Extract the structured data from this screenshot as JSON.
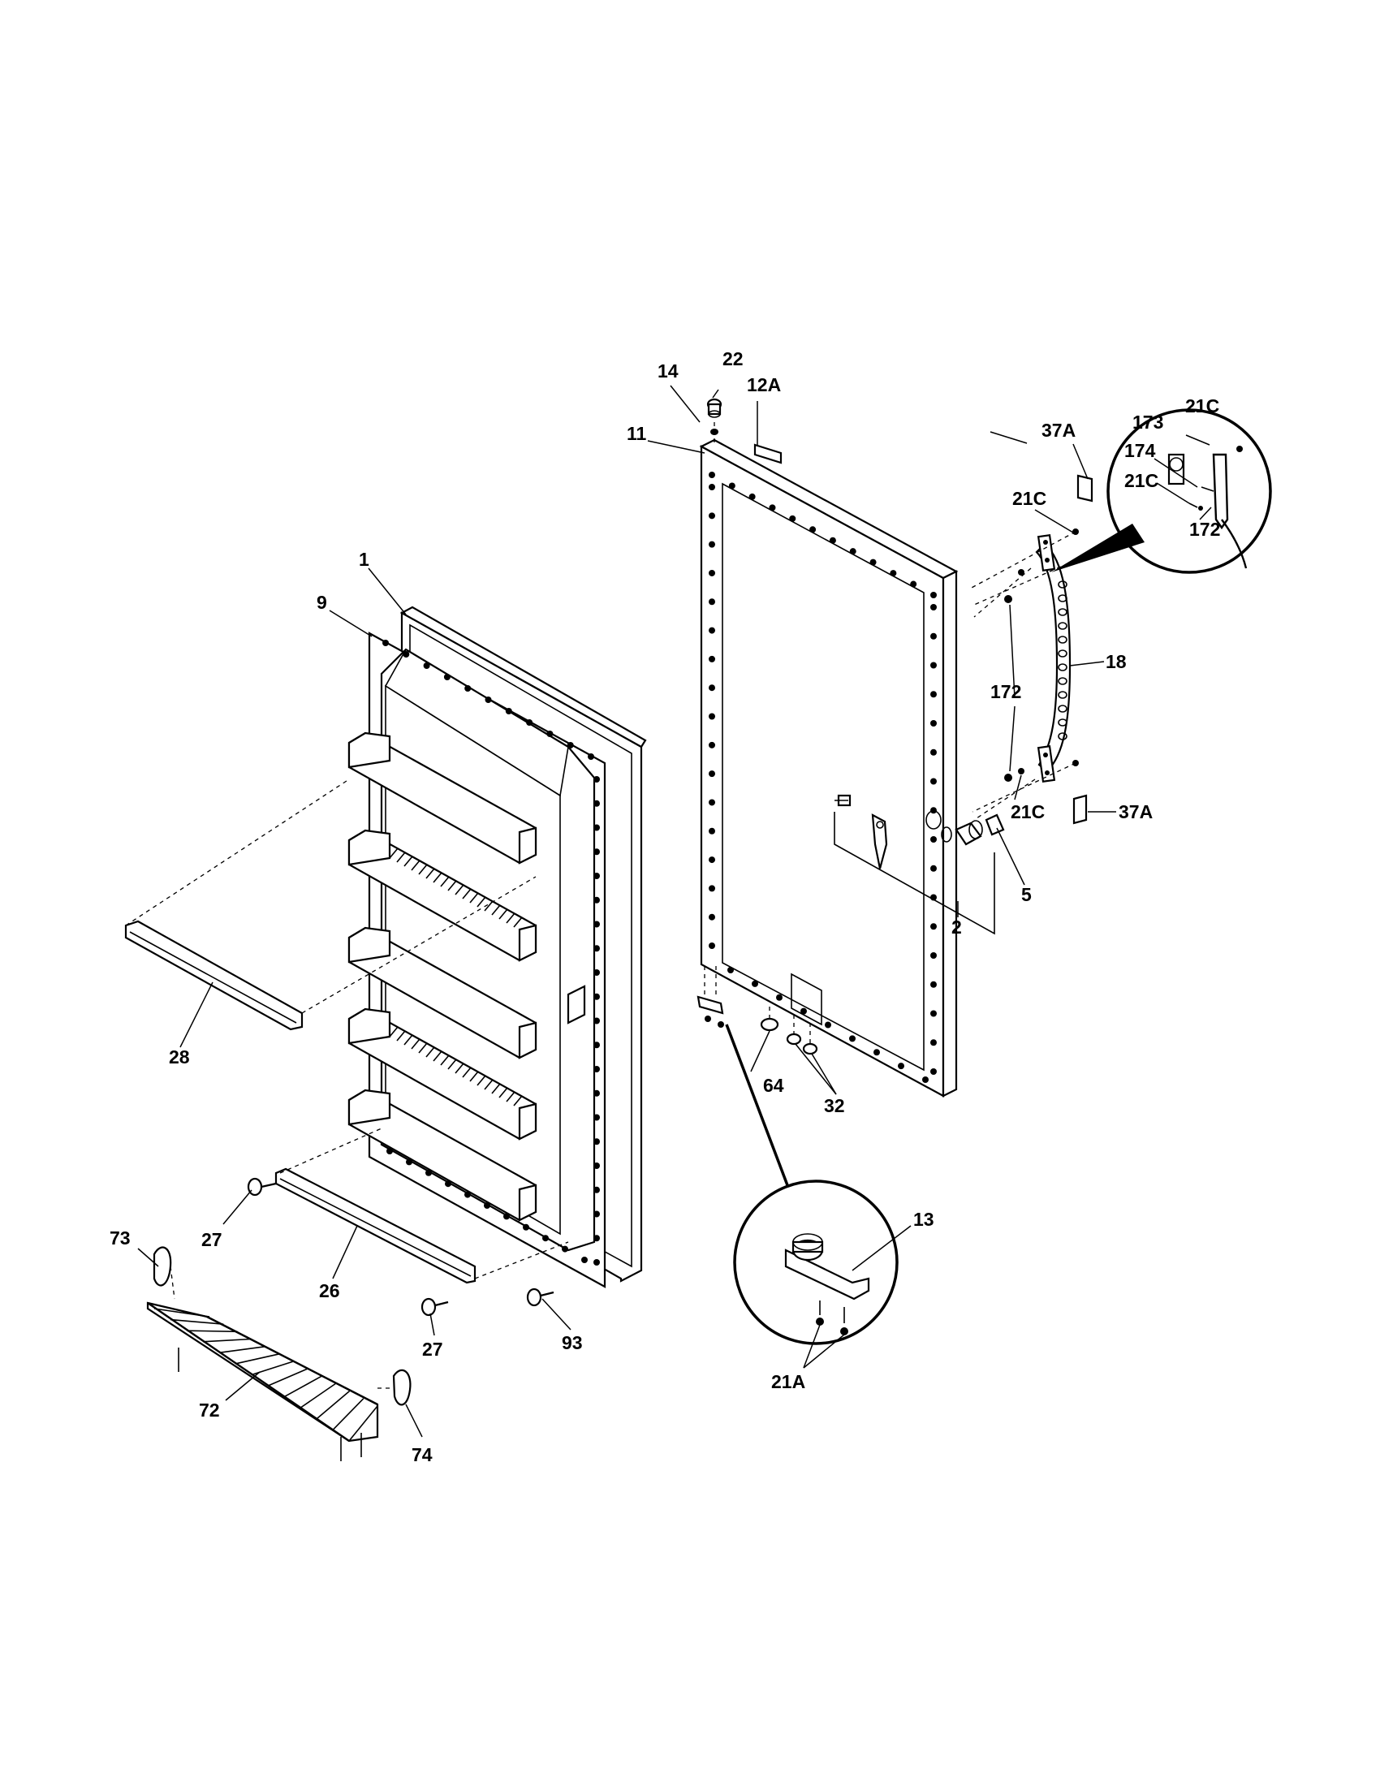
{
  "diagram": {
    "parts": [
      {
        "id": "p22",
        "label": "22"
      },
      {
        "id": "p14",
        "label": "14"
      },
      {
        "id": "p12a",
        "label": "12A"
      },
      {
        "id": "p11",
        "label": "11"
      },
      {
        "id": "p37a-top",
        "label": "37A"
      },
      {
        "id": "p21c-top",
        "label": "21C"
      },
      {
        "id": "p173",
        "label": "173"
      },
      {
        "id": "p21c-inset-a",
        "label": "21C"
      },
      {
        "id": "p174",
        "label": "174"
      },
      {
        "id": "p21c-inset-b",
        "label": "21C"
      },
      {
        "id": "p172-inset",
        "label": "172"
      },
      {
        "id": "p1",
        "label": "1"
      },
      {
        "id": "p9",
        "label": "9"
      },
      {
        "id": "p18",
        "label": "18"
      },
      {
        "id": "p172",
        "label": "172"
      },
      {
        "id": "p37a-bottom",
        "label": "37A"
      },
      {
        "id": "p21c-bottom",
        "label": "21C"
      },
      {
        "id": "p5",
        "label": "5"
      },
      {
        "id": "p2",
        "label": "2"
      },
      {
        "id": "p28",
        "label": "28"
      },
      {
        "id": "p64",
        "label": "64"
      },
      {
        "id": "p32",
        "label": "32"
      },
      {
        "id": "p13",
        "label": "13"
      },
      {
        "id": "p73",
        "label": "73"
      },
      {
        "id": "p27-left",
        "label": "27"
      },
      {
        "id": "p26",
        "label": "26"
      },
      {
        "id": "p93",
        "label": "93"
      },
      {
        "id": "p27-bottom",
        "label": "27"
      },
      {
        "id": "p21a",
        "label": "21A"
      },
      {
        "id": "p72",
        "label": "72"
      },
      {
        "id": "p74",
        "label": "74"
      }
    ]
  }
}
